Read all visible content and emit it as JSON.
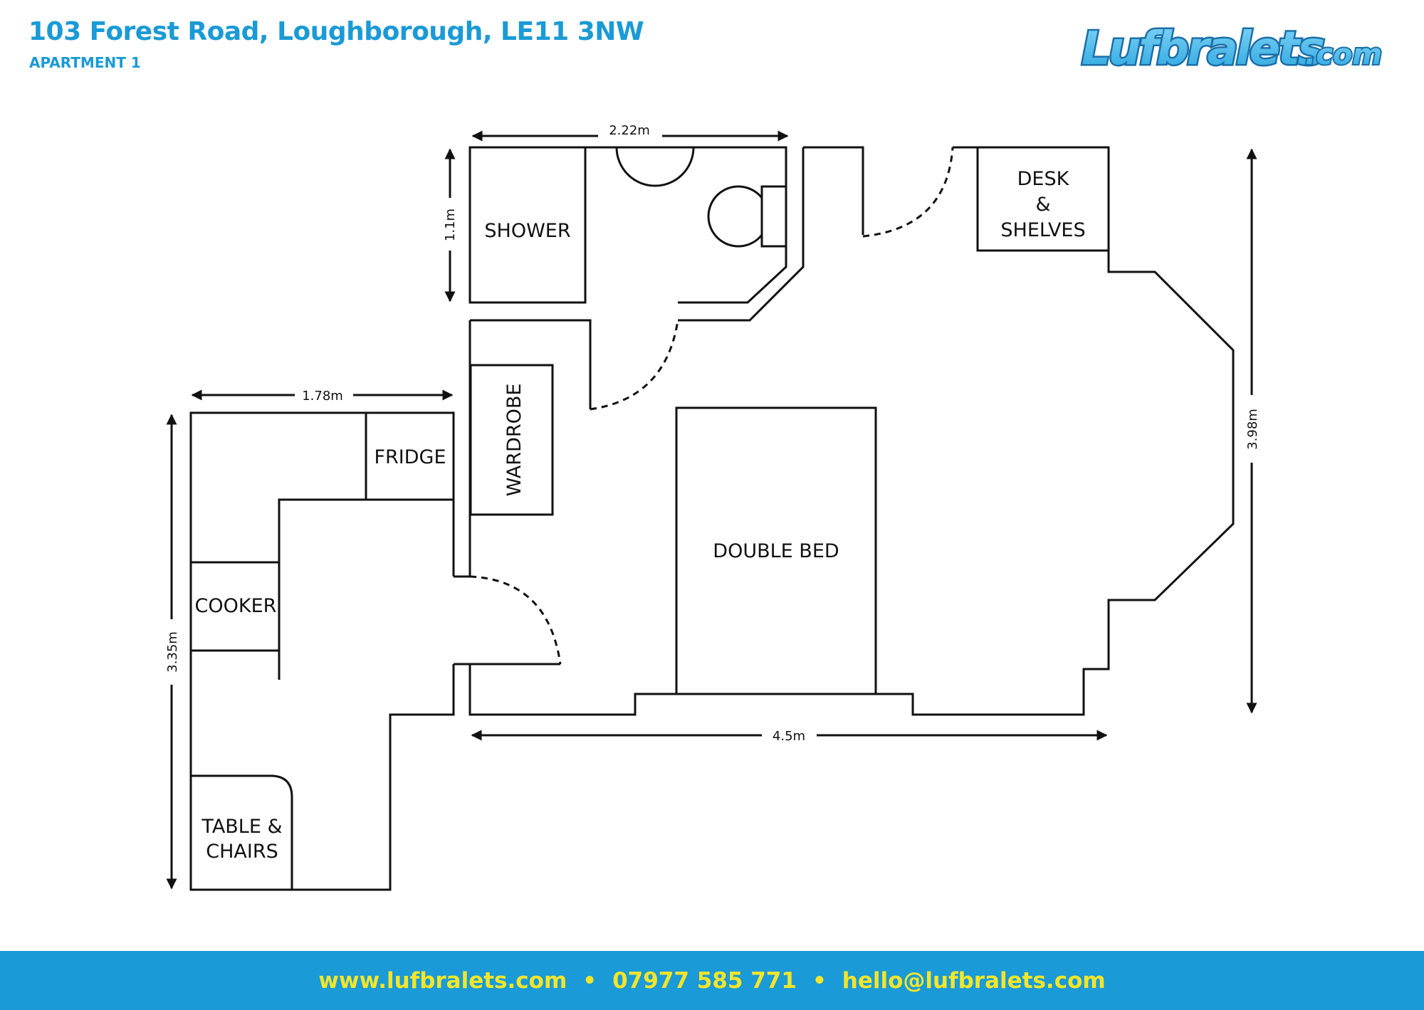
{
  "header": {
    "address": "103 Forest Road, Loughborough, LE11 3NW",
    "unit": "APARTMENT 1"
  },
  "brand": {
    "name": "Lufbralets",
    "suffix": ".com",
    "color_primary": "#1a9ad6",
    "color_accent": "#f2e52a"
  },
  "plan": {
    "rooms": {
      "shower": "SHOWER",
      "desk_line1": "DESK",
      "desk_line2": "&",
      "desk_line3": "SHELVES",
      "wardrobe": "WARDROBE",
      "fridge": "FRIDGE",
      "cooker": "COOKER",
      "double_bed": "DOUBLE BED",
      "table_line1": "TABLE &",
      "table_line2": "CHAIRS"
    },
    "dimensions": {
      "bathroom_width": "2.22m",
      "bathroom_depth": "1.1m",
      "kitchen_width": "1.78m",
      "kitchen_depth": "3.35m",
      "bedroom_width": "4.5m",
      "bedroom_depth": "3.98m"
    }
  },
  "footer": {
    "website": "www.lufbralets.com",
    "phone": "07977 585 771",
    "email": "hello@lufbralets.com",
    "separator": "•"
  }
}
